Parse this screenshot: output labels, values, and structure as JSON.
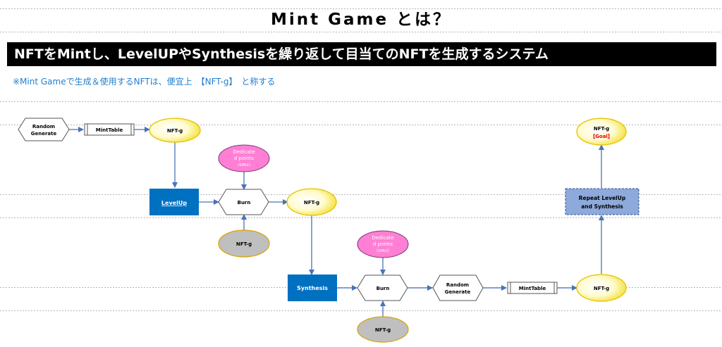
{
  "header": {
    "title": "Mint Game とは？",
    "banner": "NFTをMintし、LevelUPやSynthesisを繰り返して目当てのNFTを生成するシステム",
    "note": "※Mint Gameで生成＆使用するNFTは、便宜上　【NFT-g】　と称する"
  },
  "diagram": {
    "random_generate_1": [
      "Random",
      "Generate"
    ],
    "mint_table_1": "MintTable",
    "nft_1": "NFT-g",
    "dedicated_1": [
      "Dedicate",
      "d points",
      "（SMLY）"
    ],
    "levelup": "LevelUp",
    "burn_1": "Burn",
    "nft_burn_in_1": "NFT-g",
    "nft_2": "NFT-g",
    "synthesis": "Synthesis",
    "dedicated_2": [
      "Dedicate",
      "d points",
      "（SMLY）"
    ],
    "burn_2": "Burn",
    "nft_burn_in_2": "NFT-g",
    "random_generate_2": [
      "Random",
      "Generate"
    ],
    "mint_table_2": "MintTable",
    "nft_3": "NFT-g",
    "repeat": [
      "Repeat LevelUp",
      "and Synthesis"
    ],
    "nft_goal": [
      "NFT-g",
      "【Goal】"
    ]
  },
  "colors": {
    "arrow": "#4a72b8",
    "nft_fill": "#fff9b0",
    "nft_stroke": "#e6c200",
    "dedicated_fill": "#ff7fd4",
    "burn_input_fill": "#bfbfbf",
    "blue_box": "#0070c0",
    "repeat_fill": "#8ea9db",
    "goal_text": "#e00000"
  }
}
